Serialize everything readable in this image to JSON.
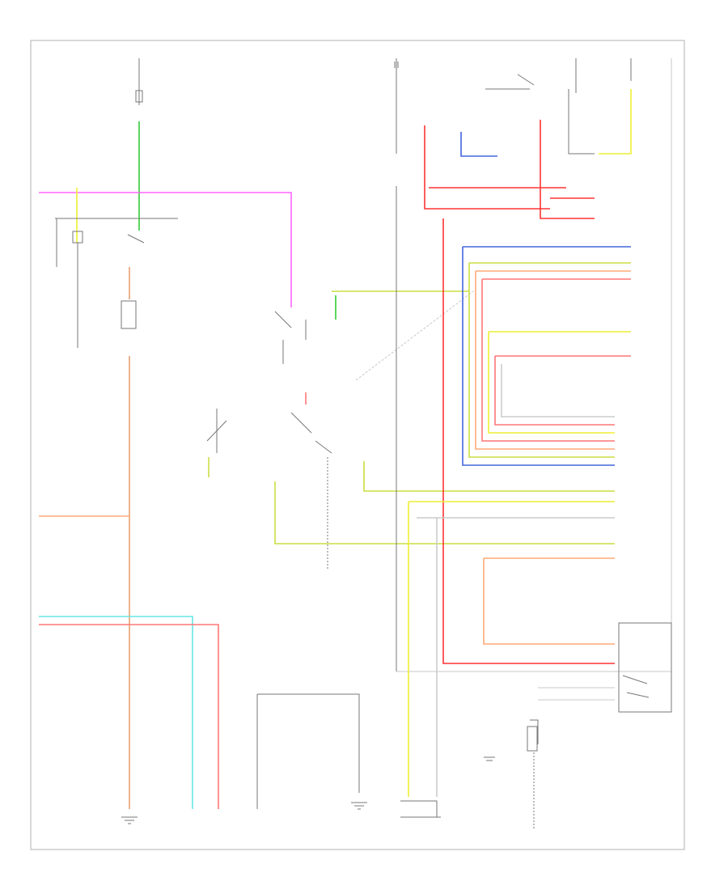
{
  "diagram": {
    "corner_tag": "",
    "colors": {
      "pink": "#ff66ff",
      "green": "#33cc33",
      "red": "#ff3333",
      "orange": "#ffaa77",
      "tan": "#e8a070",
      "cyan": "#66e6e6",
      "yellow": "#eeee33",
      "blue": "#4466dd",
      "yellow_green": "#ccdd44",
      "light_gray": "#cccccc"
    },
    "icons": [
      "switch-symbol",
      "ground-symbol",
      "connector-symbol",
      "relay-symbol",
      "fuse-symbol"
    ]
  }
}
